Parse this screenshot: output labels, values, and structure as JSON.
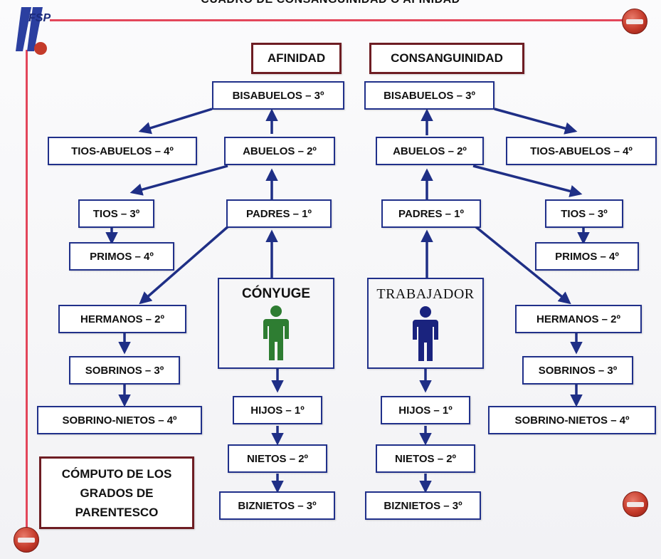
{
  "title": "CUADRO DE CONSANGUINIDAD O AFINIDAD",
  "headers": {
    "afinidad": "AFINIDAD",
    "consanguinidad": "CONSANGUINIDAD"
  },
  "afinidad": {
    "bisabuelos": "BISABUELOS – 3º",
    "tios_abuelos": "TIOS-ABUELOS – 4º",
    "abuelos": "ABUELOS – 2º",
    "tios": "TIOS – 3º",
    "padres": "PADRES – 1º",
    "primos": "PRIMOS – 4º",
    "hermanos": "HERMANOS – 2º",
    "sobrinos": "SOBRINOS – 3º",
    "sobrino_nietos": "SOBRINO-NIETOS – 4º",
    "hijos": "HIJOS – 1º",
    "nietos": "NIETOS – 2º",
    "biznietos": "BIZNIETOS – 3º"
  },
  "consanguinidad": {
    "bisabuelos": "BISABUELOS – 3º",
    "abuelos": "ABUELOS – 2º",
    "tios_abuelos": "TIOS-ABUELOS – 4º",
    "padres": "PADRES – 1º",
    "tios": "TIOS – 3º",
    "primos": "PRIMOS – 4º",
    "hermanos": "HERMANOS – 2º",
    "sobrinos": "SOBRINOS – 3º",
    "sobrino_nietos": "SOBRINO-NIETOS – 4º",
    "hijos": "HIJOS – 1º",
    "nietos": "NIETOS – 2º",
    "biznietos": "BIZNIETOS – 3º"
  },
  "conyuge": {
    "label": "CÓNYUGE",
    "icon": "person-icon",
    "color": "#2e7d32"
  },
  "trabajador": {
    "label": "TRABAJADOR",
    "icon": "person-icon",
    "color": "#1a237e"
  },
  "computo": {
    "line1": "CÓMPUTO DE LOS",
    "line2": "GRADOS DE",
    "line3": "PARENTESCO"
  },
  "colors": {
    "arrow": "#1f2f86",
    "box_border": "#20308a",
    "header_border": "#6e1d23",
    "frame_line": "#e3465a"
  },
  "logos": [
    "fsp-logo",
    "union-seal-icon"
  ]
}
